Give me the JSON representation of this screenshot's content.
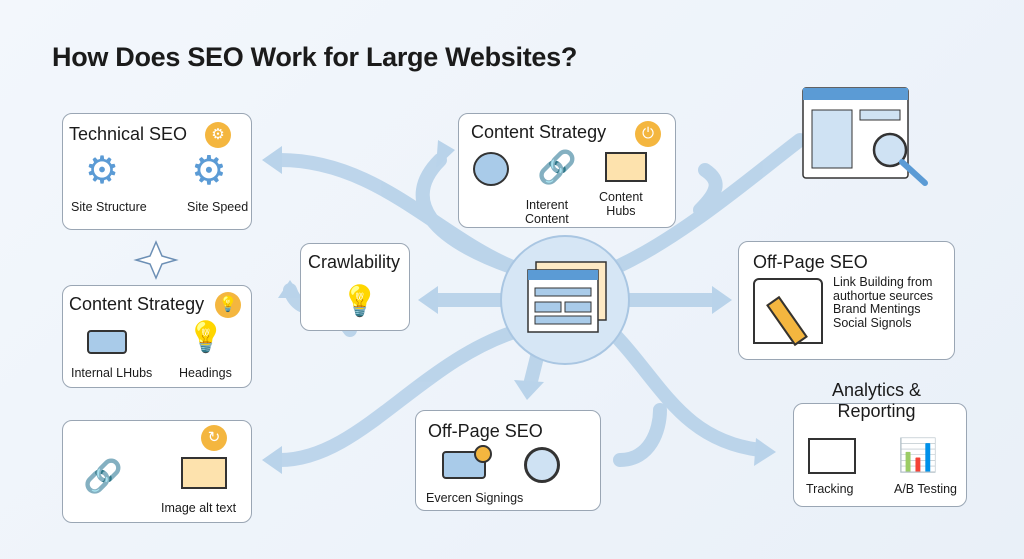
{
  "title": "How Does SEO Work for Large Websites?",
  "technical": {
    "title": "Technical SEO",
    "items": [
      "Site Structure",
      "Site Speed"
    ]
  },
  "content_top": {
    "title": "Content Strategy",
    "items": [
      "Interent\nContent",
      "Content\nHubs"
    ]
  },
  "crawl": {
    "title": "Crawlability"
  },
  "content_left": {
    "title": "Content Strategy",
    "items": [
      "Internal LHubs",
      "Headings"
    ]
  },
  "image_box": {
    "items": [
      "Image alt text"
    ]
  },
  "offpage_bottom": {
    "title": "Off-Page SEO",
    "items": [
      "Evercen Signings"
    ]
  },
  "offpage_right": {
    "title": "Off-Page SEO",
    "lines": [
      "Link Building from",
      "authortue seurces",
      "Brand Mentings",
      "Social Signols"
    ]
  },
  "analytics": {
    "title": "Analytics &\nReporting",
    "items": [
      "Tracking",
      "A/B Testing"
    ]
  },
  "colors": {
    "accent": "#f4b63f",
    "arrow": "#b9d3ea",
    "icon": "#5b9bd5"
  }
}
